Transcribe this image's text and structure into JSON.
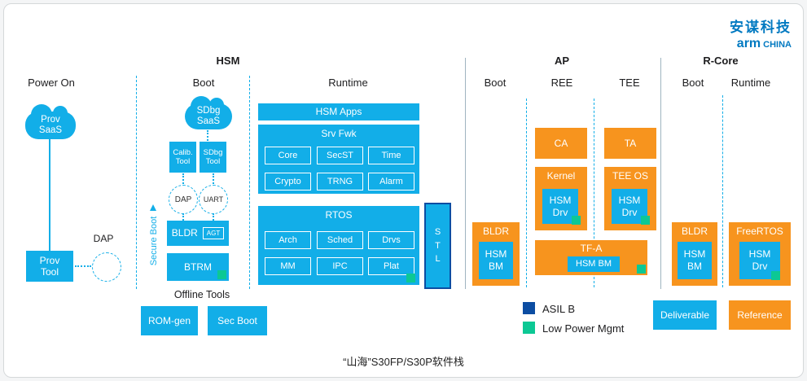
{
  "logo": {
    "cn": "安谋科技",
    "arm": "arm",
    "china": "CHINA"
  },
  "headers": {
    "power_on": "Power On",
    "hsm": "HSM",
    "hsm_boot": "Boot",
    "hsm_runtime": "Runtime",
    "ap": "AP",
    "ap_boot": "Boot",
    "ap_ree": "REE",
    "ap_tee": "TEE",
    "rcore": "R-Core",
    "rcore_boot": "Boot",
    "rcore_runtime": "Runtime"
  },
  "power_on": {
    "cloud": "Prov\nSaaS",
    "prov_tool": "Prov\nTool",
    "dap_label": "DAP"
  },
  "hsm_boot": {
    "cloud": "SDbg\nSaaS",
    "calib_tool": "Calib.\nTool",
    "sdbg_tool": "SDbg\nTool",
    "dap": "DAP",
    "uart": "UART",
    "secure_boot": "Secure Boot",
    "bldr": "BLDR",
    "agt": "AGT",
    "btrm": "BTRM",
    "offline_tools": "Offline Tools",
    "rom_gen": "ROM-gen",
    "sec_boot": "Sec Boot"
  },
  "hsm_runtime": {
    "hsm_apps": "HSM Apps",
    "srv_fwk": "Srv Fwk",
    "srv_items": [
      "Core",
      "SecST",
      "Time",
      "Crypto",
      "TRNG",
      "Alarm"
    ],
    "rtos": "RTOS",
    "rtos_items": [
      "Arch",
      "Sched",
      "Drvs",
      "MM",
      "IPC",
      "Plat"
    ],
    "stl": "S\nT\nL"
  },
  "ap": {
    "bldr": "BLDR",
    "bldr_inner": "HSM\nBM",
    "ca": "CA",
    "ta": "TA",
    "kernel": "Kernel",
    "kernel_inner": "HSM\nDrv",
    "tee_os": "TEE OS",
    "tee_inner": "HSM\nDrv",
    "tfa": "TF-A",
    "tfa_inner": "HSM BM"
  },
  "rcore": {
    "bldr": "BLDR",
    "bldr_inner": "HSM\nBM",
    "freertos": "FreeRTOS",
    "freertos_inner": "HSM\nDrv"
  },
  "legend": {
    "asil": "ASIL B",
    "low_power": "Low Power Mgmt",
    "deliverable": "Deliverable",
    "reference": "Reference"
  },
  "caption": "“山海”S30FP/S30P软件栈",
  "colors": {
    "cyan": "#12AEE8",
    "orange": "#F7941E",
    "green": "#0CC894",
    "dark_blue": "#0C4DA2",
    "logo_blue": "#0079C1"
  }
}
